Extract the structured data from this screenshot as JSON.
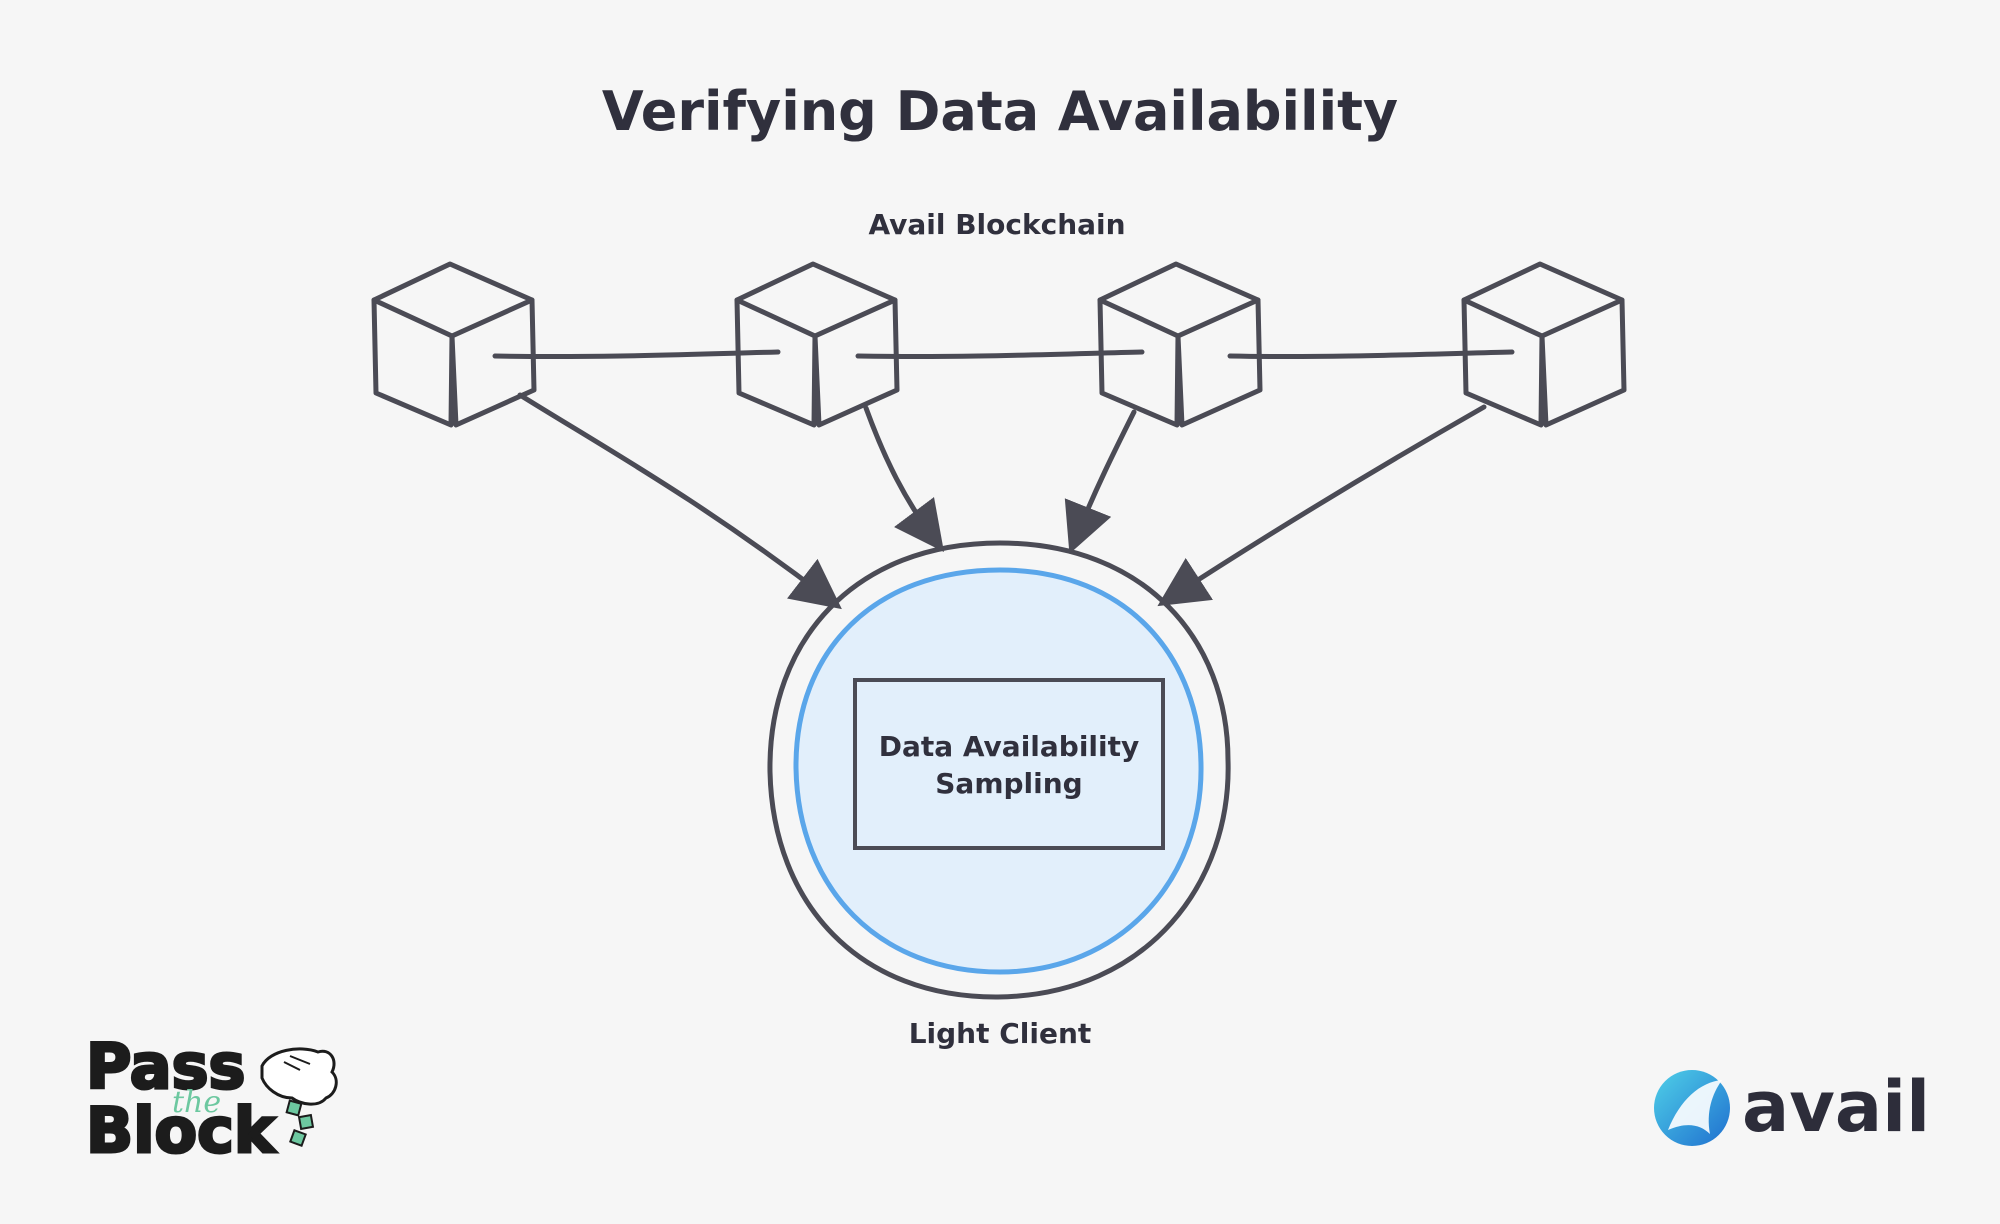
{
  "diagram": {
    "title": "Verifying Data Availability",
    "blockchain_label": "Avail Blockchain",
    "block_count": 4,
    "box_line1": "Data Availability",
    "box_line2": "Sampling",
    "client_label": "Light Client"
  },
  "logos": {
    "left": {
      "word1": "Pass",
      "word2": "the",
      "word3": "Block"
    },
    "right": {
      "text": "avail"
    }
  },
  "colors": {
    "background": "#f6f6f6",
    "stroke": "#4b4b55",
    "circle_fill": "#e2effb",
    "circle_ring": "#5aa6ea",
    "text": "#30303d",
    "logo_green": "#6dc8a0",
    "avail_blue": "#2a8fd8"
  }
}
